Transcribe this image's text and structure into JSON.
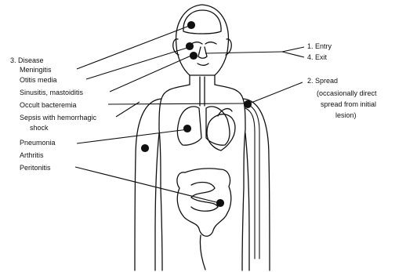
{
  "diagram": {
    "stages": {
      "entry": "1. Entry",
      "exit": "4. Exit",
      "spread": "2. Spread",
      "spread_note": {
        "line1": "(occasionally direct",
        "line2": "spread from initial",
        "line3": "lesion)"
      },
      "disease": "3. Disease"
    },
    "diseases": [
      "Meningitis",
      "Otitis media",
      "Sinusitis, mastoiditis",
      "Occult bacteremia",
      "Sepsis with hemorrhagic",
      "shock",
      "Pneumonia",
      "Arthritis",
      "Peritonitis"
    ],
    "colors": {
      "ink": "#111111",
      "background": "#ffffff"
    }
  }
}
